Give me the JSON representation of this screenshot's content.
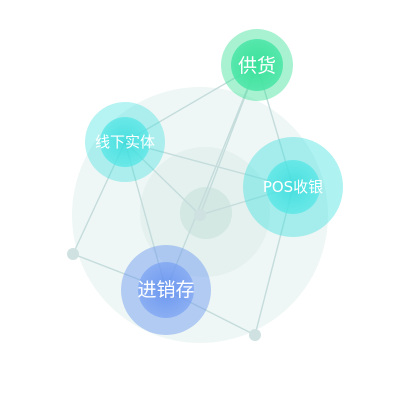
{
  "colors": {
    "green": "#3fe39c",
    "cyan": "#3ee0e0",
    "blue": "#5f8ef0",
    "link": "#c4dcdb",
    "background_disc": "#eef7f5"
  },
  "nodes": [
    {
      "id": "supply",
      "label": "供货",
      "color": "green"
    },
    {
      "id": "offline",
      "label": "线下实体",
      "color": "cyan"
    },
    {
      "id": "pos",
      "label": "POS收银",
      "color": "cyan"
    },
    {
      "id": "inventory",
      "label": "进销存",
      "color": "blue"
    }
  ]
}
